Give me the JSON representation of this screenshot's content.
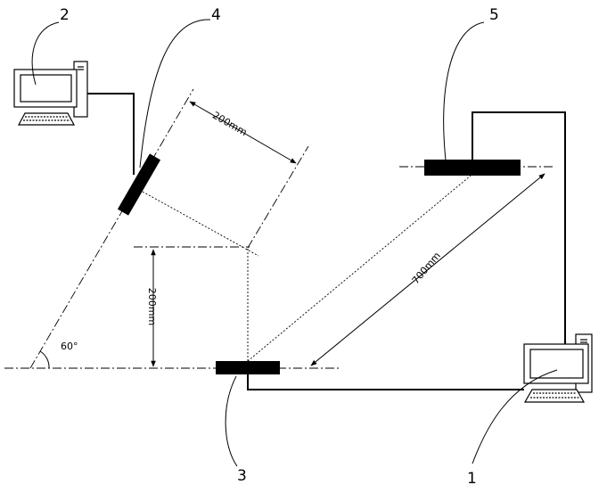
{
  "labels": {
    "computer_1": "1",
    "computer_2": "2",
    "device_3": "3",
    "device_4": "4",
    "device_5": "5"
  },
  "dimensions": {
    "distance_4_to_3_perpendicular": "200mm",
    "height_vertical": "200mm",
    "distance_3_to_5": "700mm"
  },
  "angle": "60°",
  "colors": {
    "stroke": "#000000",
    "background": "#ffffff"
  }
}
